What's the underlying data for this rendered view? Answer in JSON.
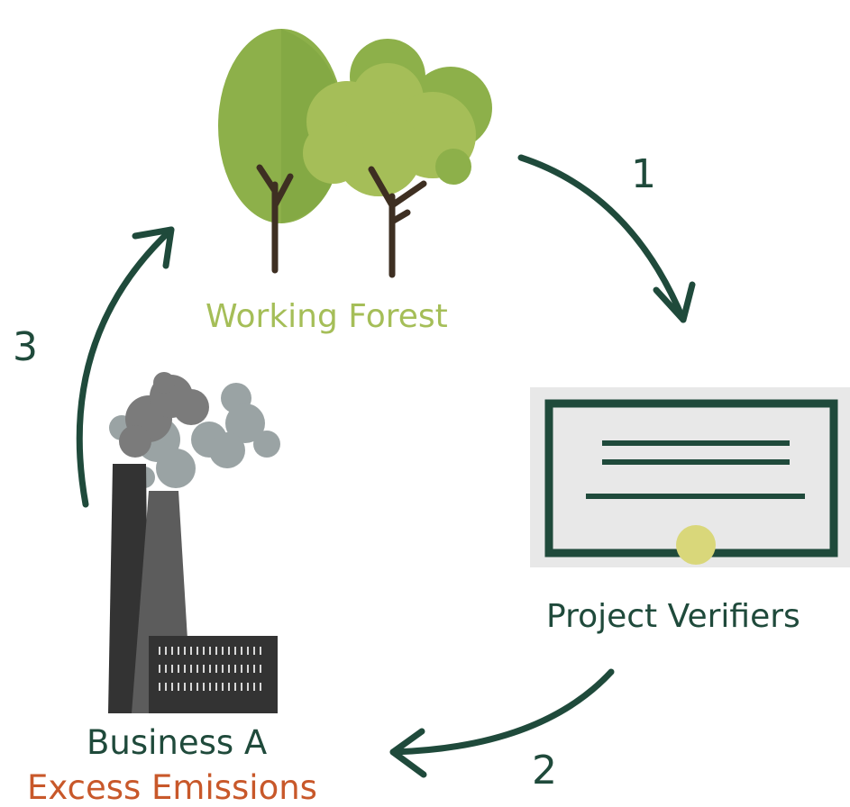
{
  "nodes": {
    "forest": {
      "label": "Working Forest"
    },
    "verifiers": {
      "label": "Project Verifiers"
    },
    "business": {
      "label": "Business A",
      "sublabel": "Excess Emissions"
    }
  },
  "steps": [
    "1",
    "2",
    "3"
  ],
  "colors": {
    "dark_green": "#1f4a3b",
    "light_green": "#a5be58",
    "tree_green": "#8db04a",
    "trunk": "#3e2f22",
    "orange": "#c8582a",
    "certificate_bg": "#e8e8e8",
    "seal": "#d9d77a",
    "smoke_dark": "#7b7b7b",
    "smoke_light": "#9aa3a4",
    "chimney_dark": "#333333",
    "chimney_mid": "#5c5c5c"
  },
  "icons": [
    "trees-icon",
    "certificate-icon",
    "factory-icon"
  ]
}
